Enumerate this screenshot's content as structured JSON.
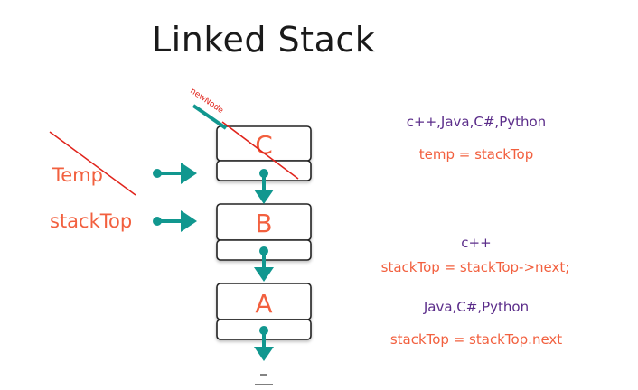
{
  "title": "Linked Stack",
  "colors": {
    "accent_orange": "#f2603f",
    "accent_teal": "#11978f",
    "accent_purple": "#5b2d8a",
    "red_strike": "#e0231b",
    "node_border": "#222222"
  },
  "diagram": {
    "nodes": [
      "C",
      "B",
      "A"
    ],
    "pointers": {
      "temp_label": "Temp",
      "stacktop_label": "stackTop",
      "newnode_label": "newNode"
    }
  },
  "code": {
    "langs_1": "c++,Java,C#,Python",
    "line_1": "temp = stackTop",
    "lang_cpp": "c++",
    "line_cpp": "stackTop = stackTop->next;",
    "langs_2": "Java,C#,Python",
    "line_2": "stackTop = stackTop.next"
  }
}
